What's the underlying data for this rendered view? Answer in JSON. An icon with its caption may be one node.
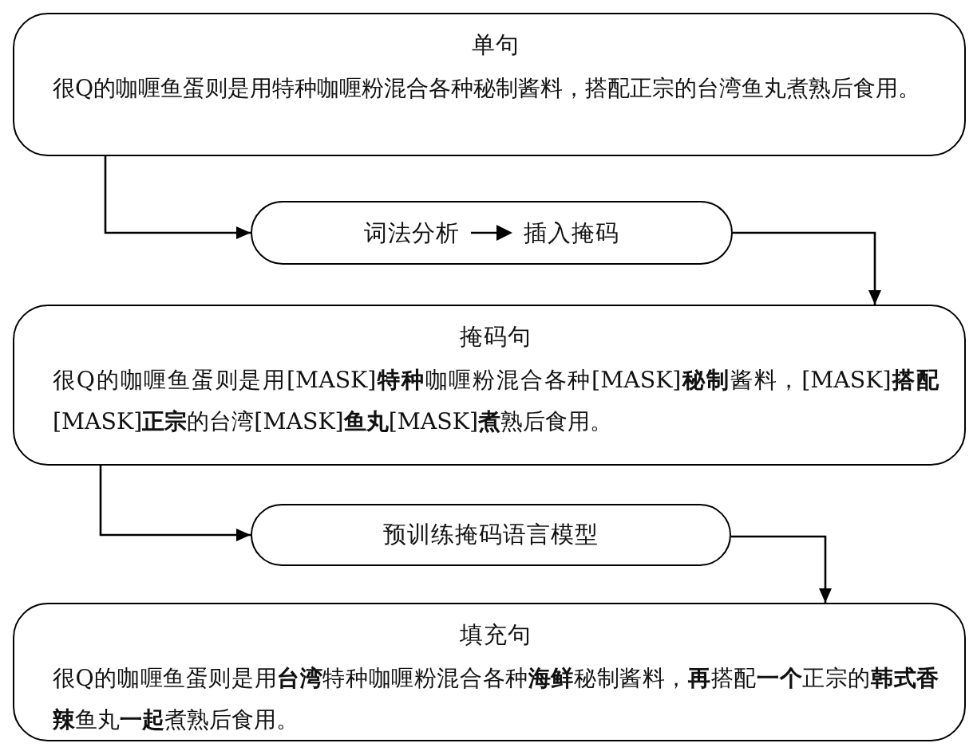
{
  "diagram": {
    "nodes": [
      {
        "text": [
          "单句",
          "很Q的咖喱鱼蛋则是用特种咖喱粉混合各种秘制酱料，搭配正宗的台湾鱼丸煮熟后食用。"
        ]
      },
      {
        "text": [
          "词法分析",
          "插入掩码"
        ]
      },
      {
        "text": [
          "掩码句",
          "很Q的咖喱鱼蛋则是用[MASK]**特种**咖喱粉混合各种[MASK]**秘制**酱料，[MASK]**搭配**[MASK]**正宗**的台湾[MASK]**鱼丸**[MASK]**煮**熟后食用。"
        ]
      },
      {
        "text": [
          "预训练掩码语言模型"
        ]
      },
      {
        "text": [
          "填充句",
          "很Q的咖喱鱼蛋则是用**台湾**特种咖喱粉混合各种**海鲜**秘制酱料，**再**搭配**一个**正宗的**韩式香辣**鱼丸**一起**煮熟后食用。"
        ]
      }
    ],
    "edges": [
      {
        "from": 0,
        "to": 1,
        "arrow": "to"
      },
      {
        "from": 1,
        "to": 2,
        "arrow": "to"
      },
      {
        "from": 2,
        "to": 3,
        "arrow": "to"
      },
      {
        "from": 3,
        "to": 4,
        "arrow": "to"
      }
    ]
  }
}
